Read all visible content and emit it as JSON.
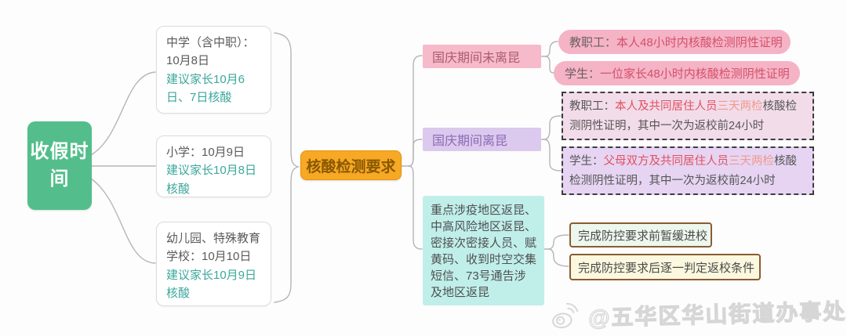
{
  "colors": {
    "root_bg": "#53BE8B",
    "suggestion_text": "#3BA79B",
    "center_bg": "#F7A824",
    "center_text": "#8A5800",
    "cat_pink_bg": "#F6BACB",
    "cat_purple_bg": "#DCC9EE",
    "cat_cyan_bg": "#C0EFEA",
    "pill_bg": "#F5B3C6",
    "red_text": "#E2505E",
    "highlight_text": "#F09A8E",
    "dash1_bg": "#F2DCEA",
    "dash2_bg": "#E6D4F2",
    "brown_border": "#8a5c33",
    "brown1_bg": "#EDF7EE",
    "brown2_bg": "#FBF8DF",
    "connector_line": "#b5b5b5"
  },
  "mindmap": {
    "root": "收假时间",
    "branches": [
      {
        "title": "中学（含中职）：10月8日",
        "suggestion": "建议家长10月6日、7日核酸"
      },
      {
        "title": "小学：10月9日",
        "suggestion": "建议家长10月8日核酸"
      },
      {
        "title": "幼儿园、特殊教育学校：10月10日",
        "suggestion": "建议家长10月9日核酸"
      }
    ],
    "center": "核酸检测要求",
    "not_left_kunming": {
      "label": "国庆期间未离昆",
      "staff_prefix": "教职工：",
      "staff_text": "本人48小时内核酸检测阴性证明",
      "student_prefix": "学生：",
      "student_text": "一位家长48小时内核酸检测阴性证明"
    },
    "left_kunming": {
      "label": "国庆期间离昆",
      "staff_prefix": "教职工：",
      "staff_red": "本人及共同居住人员",
      "staff_highlight": "三天两检",
      "staff_rest": "核酸检测阴性证明，其中一次为返校前24小时",
      "student_prefix": "学生：",
      "student_red": "父母双方及共同居住人员",
      "student_highlight": "三天两检",
      "student_rest": "核酸检测阴性证明，其中一次为返校前24小时"
    },
    "key_areas": {
      "label": "重点涉疫地区返昆、中高风险地区返昆、密接次密接人员、赋黄码、收到时空交集短信、73号通告涉及地区返昆",
      "before_rule": "完成防控要求前暂缓进校",
      "after_rule": "完成防控要求后逐一判定返校条件"
    }
  },
  "watermark": {
    "handle": "@五华区华山街道办事处",
    "icon": "weibo-icon"
  }
}
